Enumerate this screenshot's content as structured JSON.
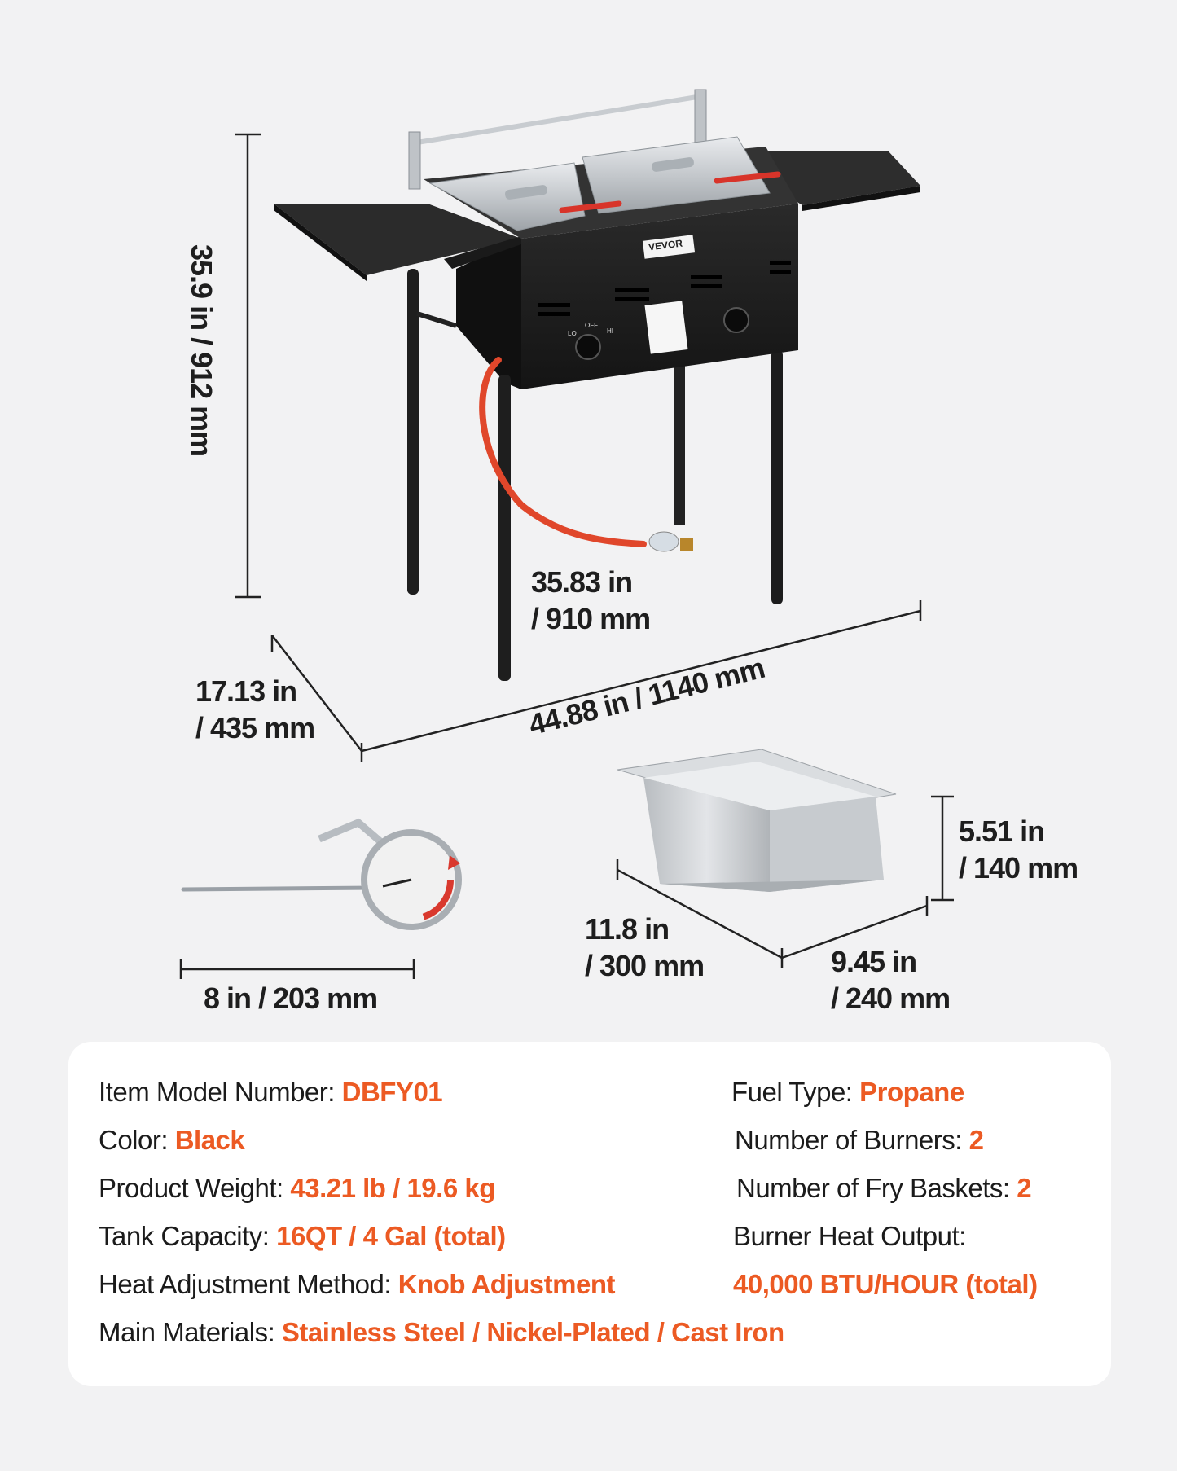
{
  "dimensions": {
    "height": [
      "35.9 in / 912 mm"
    ],
    "hose": [
      "35.83 in",
      "/ 910 mm"
    ],
    "depth": [
      "17.13 in",
      "/ 435 mm"
    ],
    "width": [
      "44.88 in / 1140 mm"
    ],
    "basket_height": [
      "5.51 in",
      "/ 140 mm"
    ],
    "basket_length": [
      "11.8 in",
      "/ 300 mm"
    ],
    "basket_width": [
      "9.45 in",
      "/ 240 mm"
    ],
    "thermometer": [
      "8 in / 203 mm"
    ]
  },
  "brand_label": "VEVOR",
  "knob_labels": {
    "lo": "LO",
    "off": "OFF",
    "hi": "HI"
  },
  "specs_left": [
    {
      "label": "Item Model Number:",
      "value": "DBFY01"
    },
    {
      "label": "Color:",
      "value": "Black"
    },
    {
      "label": "Product Weight:",
      "value": "43.21 lb / 19.6 kg"
    },
    {
      "label": "Tank Capacity:",
      "value": "16QT / 4 Gal (total)"
    },
    {
      "label": "Heat Adjustment Method:",
      "value": "Knob Adjustment"
    },
    {
      "label": "Main Materials:",
      "value": "Stainless Steel / Nickel-Plated / Cast Iron"
    }
  ],
  "specs_right": [
    {
      "label": "Fuel Type:",
      "value": "Propane"
    },
    {
      "label": "Number of Burners:",
      "value": "2"
    },
    {
      "label": "Number of Fry Baskets:",
      "value": "2"
    },
    {
      "label": "Burner Heat Output:",
      "value": ""
    },
    {
      "label": "",
      "value": "40,000 BTU/HOUR (total)"
    }
  ],
  "colors": {
    "accent": "#ec5a23",
    "background": "#f2f2f3",
    "card": "#ffffff",
    "fryer_body": "#1f1f1f",
    "hose": "#e0472b",
    "steel": "#c9ccd0"
  }
}
